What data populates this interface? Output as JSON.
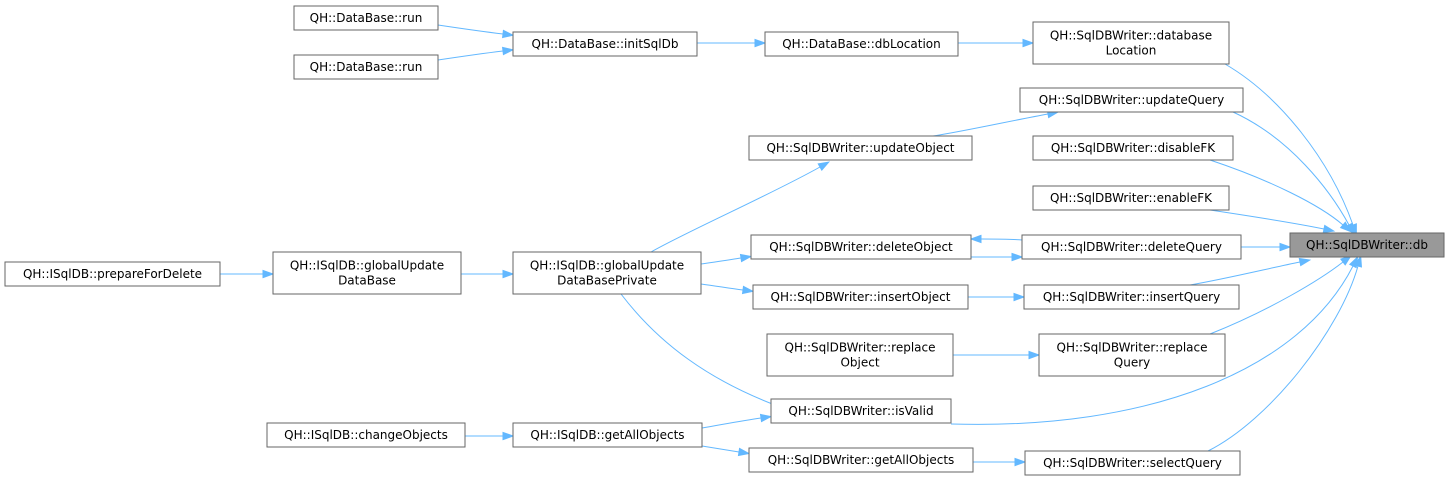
{
  "graph": {
    "nodes": [
      {
        "id": "db",
        "lines": [
          "QH::SqlDBWriter::db"
        ],
        "focus": true
      },
      {
        "id": "dbrun1",
        "lines": [
          "QH::DataBase::run"
        ]
      },
      {
        "id": "dbrun2",
        "lines": [
          "QH::DataBase::run"
        ]
      },
      {
        "id": "initSqlDb",
        "lines": [
          "QH::DataBase::initSqlDb"
        ]
      },
      {
        "id": "dbLocation",
        "lines": [
          "QH::DataBase::dbLocation"
        ]
      },
      {
        "id": "databaseLocation",
        "lines": [
          "QH::SqlDBWriter::database",
          "Location"
        ]
      },
      {
        "id": "updateQuery",
        "lines": [
          "QH::SqlDBWriter::updateQuery"
        ]
      },
      {
        "id": "updateObject",
        "lines": [
          "QH::SqlDBWriter::updateObject"
        ]
      },
      {
        "id": "disableFK",
        "lines": [
          "QH::SqlDBWriter::disableFK"
        ]
      },
      {
        "id": "enableFK",
        "lines": [
          "QH::SqlDBWriter::enableFK"
        ]
      },
      {
        "id": "deleteObject",
        "lines": [
          "QH::SqlDBWriter::deleteObject"
        ]
      },
      {
        "id": "deleteQuery",
        "lines": [
          "QH::SqlDBWriter::deleteQuery"
        ]
      },
      {
        "id": "prepareForDelete",
        "lines": [
          "QH::ISqlDB::prepareForDelete"
        ]
      },
      {
        "id": "globalUpdateDataBase",
        "lines": [
          "QH::ISqlDB::globalUpdate",
          "DataBase"
        ]
      },
      {
        "id": "globalUpdateDataBasePrivate",
        "lines": [
          "QH::ISqlDB::globalUpdate",
          "DataBasePrivate"
        ]
      },
      {
        "id": "insertObject",
        "lines": [
          "QH::SqlDBWriter::insertObject"
        ]
      },
      {
        "id": "insertQuery",
        "lines": [
          "QH::SqlDBWriter::insertQuery"
        ]
      },
      {
        "id": "replaceObject",
        "lines": [
          "QH::SqlDBWriter::replace",
          "Object"
        ]
      },
      {
        "id": "replaceQuery",
        "lines": [
          "QH::SqlDBWriter::replace",
          "Query"
        ]
      },
      {
        "id": "isValid",
        "lines": [
          "QH::SqlDBWriter::isValid"
        ]
      },
      {
        "id": "changeObjects",
        "lines": [
          "QH::ISqlDB::changeObjects"
        ]
      },
      {
        "id": "isqlGetAllObjects",
        "lines": [
          "QH::ISqlDB::getAllObjects"
        ]
      },
      {
        "id": "writerGetAllObjects",
        "lines": [
          "QH::SqlDBWriter::getAllObjects"
        ]
      },
      {
        "id": "selectQuery",
        "lines": [
          "QH::SqlDBWriter::selectQuery"
        ]
      }
    ],
    "edges": [
      [
        "dbrun1",
        "initSqlDb"
      ],
      [
        "dbrun2",
        "initSqlDb"
      ],
      [
        "initSqlDb",
        "dbLocation"
      ],
      [
        "dbLocation",
        "databaseLocation"
      ],
      [
        "databaseLocation",
        "db"
      ],
      [
        "updateQuery",
        "db"
      ],
      [
        "disableFK",
        "db"
      ],
      [
        "enableFK",
        "db"
      ],
      [
        "deleteQuery",
        "db"
      ],
      [
        "insertQuery",
        "db"
      ],
      [
        "replaceQuery",
        "db"
      ],
      [
        "isValid",
        "db"
      ],
      [
        "selectQuery",
        "db"
      ],
      [
        "updateObject",
        "updateQuery"
      ],
      [
        "globalUpdateDataBasePrivate",
        "updateObject"
      ],
      [
        "globalUpdateDataBasePrivate",
        "deleteObject"
      ],
      [
        "globalUpdateDataBasePrivate",
        "insertObject"
      ],
      [
        "globalUpdateDataBasePrivate",
        "isValid"
      ],
      [
        "deleteQuery",
        "deleteObject"
      ],
      [
        "deleteObject",
        "deleteQuery"
      ],
      [
        "insertObject",
        "insertQuery"
      ],
      [
        "replaceObject",
        "replaceQuery"
      ],
      [
        "prepareForDelete",
        "globalUpdateDataBase"
      ],
      [
        "globalUpdateDataBase",
        "globalUpdateDataBasePrivate"
      ],
      [
        "changeObjects",
        "isqlGetAllObjects"
      ],
      [
        "isqlGetAllObjects",
        "isValid"
      ],
      [
        "isqlGetAllObjects",
        "writerGetAllObjects"
      ],
      [
        "writerGetAllObjects",
        "selectQuery"
      ]
    ]
  }
}
